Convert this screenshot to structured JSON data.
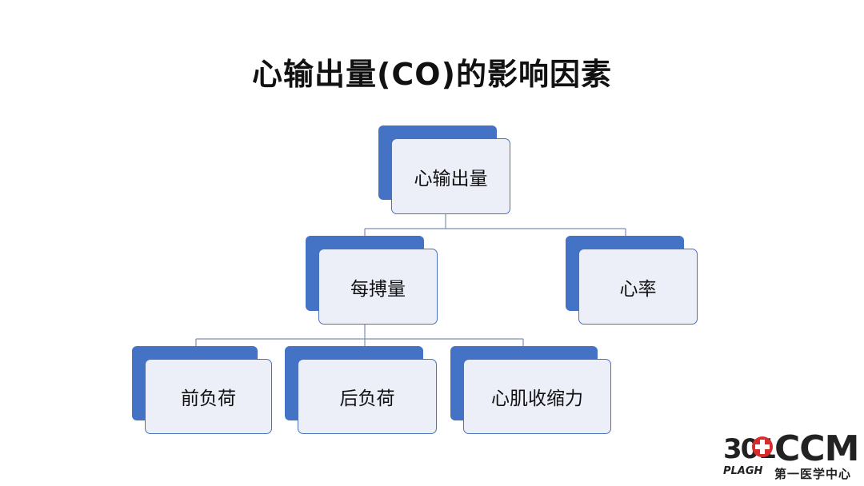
{
  "title": "心输出量(CO)的影响因素",
  "colors": {
    "accent": "#4472c4",
    "box_fill": "#eceef8",
    "box_border": "#4a72bd",
    "connector": "#7f8fb0",
    "logo_red": "#d92b2b"
  },
  "nodes": {
    "root": "心输出量",
    "stroke_volume": "每搏量",
    "heart_rate": "心率",
    "preload": "前负荷",
    "afterload": "后负荷",
    "contractility": "心肌收缩力"
  },
  "logo": {
    "numerals": "301",
    "brand": "CCM",
    "subline_left": "PLAGH",
    "subline_right": "第一医学中心",
    "icon": "medical-cross-icon"
  }
}
